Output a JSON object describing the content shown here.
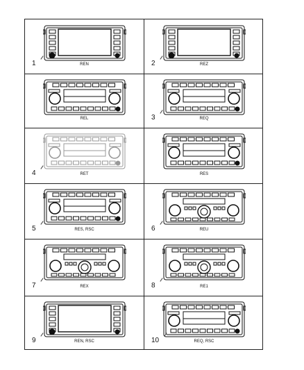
{
  "panels": [
    {
      "num": "1",
      "code": "REN",
      "style": "touch"
    },
    {
      "num": "2",
      "code": "REZ",
      "style": "touch"
    },
    {
      "num": "",
      "code": "REL",
      "style": "buttons"
    },
    {
      "num": "3",
      "code": "REQ",
      "style": "buttons"
    },
    {
      "num": "4",
      "code": "RET",
      "style": "faint"
    },
    {
      "num": "",
      "code": "RES",
      "style": "buttons"
    },
    {
      "num": "5",
      "code": "RES, RSC",
      "style": "buttons"
    },
    {
      "num": "6",
      "code": "REU",
      "style": "dial"
    },
    {
      "num": "7",
      "code": "REX",
      "style": "dial"
    },
    {
      "num": "8",
      "code": "RE1",
      "style": "dial"
    },
    {
      "num": "9",
      "code": "REN, RSC",
      "style": "touch"
    },
    {
      "num": "10",
      "code": "REQ, RSC",
      "style": "buttons"
    }
  ]
}
